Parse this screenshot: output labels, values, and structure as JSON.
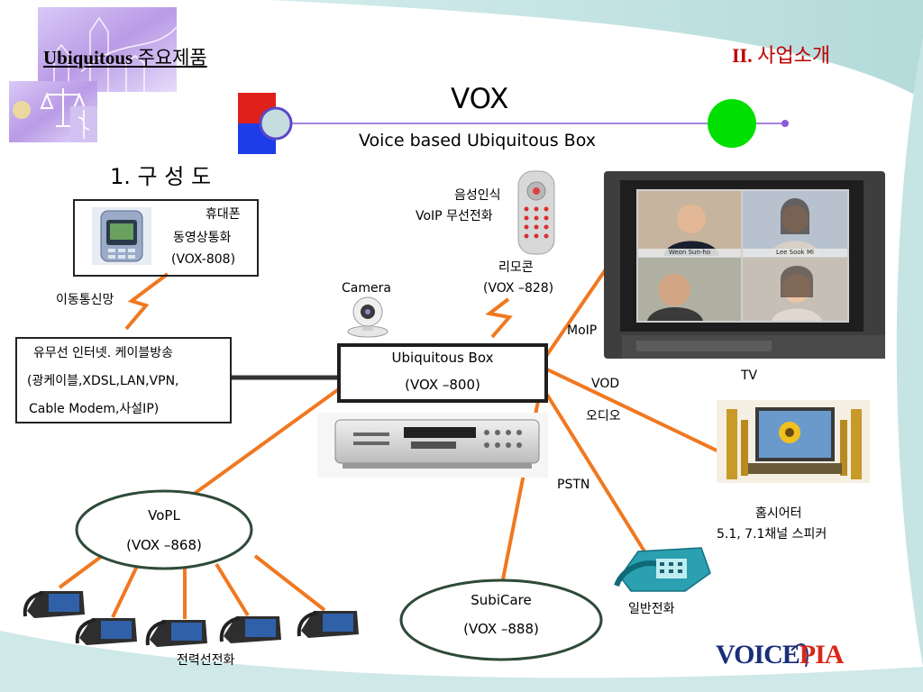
{
  "header": {
    "product_title_latin": "Ubiquitous",
    "product_title_korean": "주요제품",
    "section_number": "II.",
    "section_title": "사업소개"
  },
  "title_bar": {
    "title": "VOX",
    "subtitle": "Voice based Ubiquitous Box"
  },
  "section_heading": "1. 구 성 도",
  "nodes": {
    "mobile": {
      "line1": "휴대폰",
      "line2": "동영상통화",
      "line3": "(VOX-808)"
    },
    "mobile_network": "이동통신망",
    "wired": {
      "line1": "유무선 인터넷. 케이블방송",
      "line2": "(광케이블,XDSL,LAN,VPN,",
      "line3": "Cable Modem,사설IP)"
    },
    "camera": "Camera",
    "remote": {
      "caption1": "음성인식",
      "caption2": "VoIP 무선전화",
      "name": "리모콘",
      "model": "(VOX –828)"
    },
    "ubiquitous_box": {
      "name": "Ubiquitous Box",
      "model": "(VOX –800)"
    },
    "tv": {
      "label": "TV",
      "faces": [
        "Weon Sun-ho",
        "Lee Sook Mi"
      ]
    },
    "home_theater": {
      "line1": "홈시어터",
      "line2": "5.1, 7.1채널 스피커"
    },
    "vopl": {
      "name": "VoPL",
      "model": "(VOX –868)"
    },
    "powerline_phone": "전력선전화",
    "subicare": {
      "name": "SubiCare",
      "model": "(VOX –888)"
    },
    "regular_phone": "일반전화"
  },
  "link_labels": {
    "moip": "MoIP",
    "vod": "VOD",
    "audio": "오디오",
    "pstn": "PSTN"
  },
  "logo": {
    "text": "VOICEPIA"
  },
  "colors": {
    "link_orange": "#f07820",
    "title_line": "#8a5ad8",
    "green_dot": "#00e000",
    "red_block": "#e0201a",
    "blue_block": "#1e3ce8",
    "korean_red": "#c00000",
    "logo_navy": "#1a2e7a",
    "logo_red": "#d8281c",
    "teal_swoosh": "#bfe0e0"
  }
}
